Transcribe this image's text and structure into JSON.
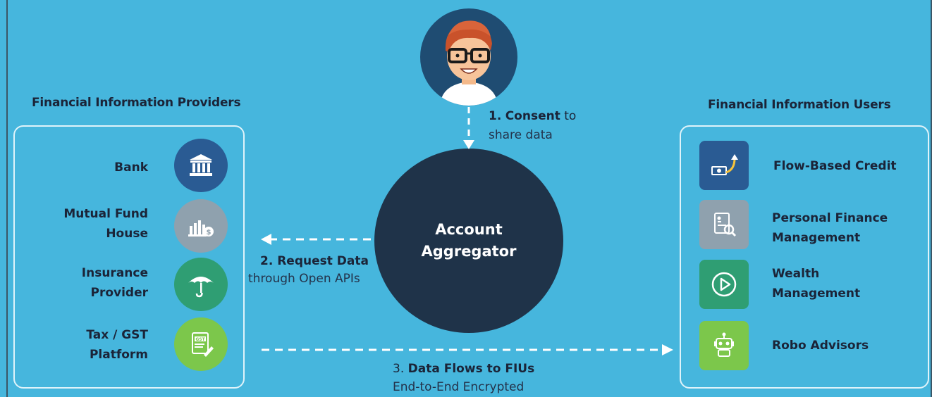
{
  "providers": {
    "title": "Financial Information Providers",
    "items": [
      {
        "label": "Bank",
        "icon": "bank-icon",
        "color": "#2a5b93"
      },
      {
        "label": "Mutual Fund\nHouse",
        "icon": "mutual-fund-chart-icon",
        "color": "#8fa1ae"
      },
      {
        "label": "Insurance\nProvider",
        "icon": "umbrella-icon",
        "color": "#2f9e73"
      },
      {
        "label": "Tax / GST\nPlatform",
        "icon": "gst-document-icon",
        "color": "#7cc74b"
      }
    ]
  },
  "users": {
    "title": "Financial Information Users",
    "items": [
      {
        "label": "Flow-Based Credit",
        "icon": "cash-growth-icon",
        "color": "#2a5b93"
      },
      {
        "label": "Personal Finance\nManagement",
        "icon": "finance-document-search-icon",
        "color": "#8fa1ae"
      },
      {
        "label": "Wealth\nManagement",
        "icon": "play-circle-icon",
        "color": "#2f9e73"
      },
      {
        "label": "Robo Advisors",
        "icon": "robot-icon",
        "color": "#7cc74b"
      }
    ]
  },
  "aggregator": {
    "label": "Account\nAggregator"
  },
  "steps": {
    "consent": {
      "number": "1.",
      "bold": "Consent",
      "rest": "to",
      "sub": "share data"
    },
    "request": {
      "bold": "2. Request Data",
      "sub": "through Open APIs"
    },
    "flow": {
      "number": "3.",
      "bold": "Data Flows to FIUs",
      "sub": "End-to-End Encrypted"
    }
  },
  "gst_badge": "GST"
}
